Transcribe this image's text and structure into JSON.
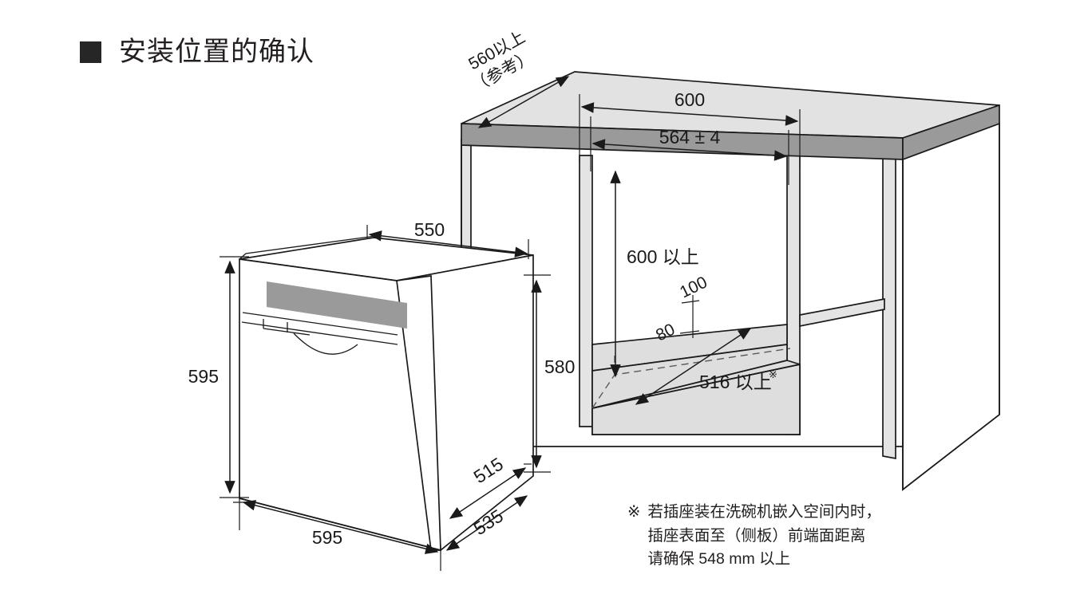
{
  "heading": {
    "bullet_icon": "filled-square-bullet",
    "text": "安装位置的确认"
  },
  "colors": {
    "line": "#1a1a1a",
    "worktop_top": "#e2e2e2",
    "worktop_edge": "#9a9a9a",
    "control_panel": "#9a9a9a",
    "cabinet_panel": "#e4e4e4",
    "hidden_line": "#5a5a5a",
    "text": "#231f20"
  },
  "appliance": {
    "name": "dishwasher-unit",
    "dimensions": {
      "depth_top": "550",
      "height_front": "595",
      "height_body": "580",
      "width_front": "595",
      "depth_body": "515",
      "depth_base": "535"
    }
  },
  "cabinet": {
    "name": "cabinet-opening",
    "dimensions": {
      "depth_reference": "560以上",
      "depth_reference_note": "（参考）",
      "width_outer": "600",
      "width_opening": "564 ± 4",
      "height_opening": "600 以上",
      "depth_opening": "516 以上",
      "depth_opening_mark": "※",
      "lip_upper": "100",
      "lip_lower": "80"
    }
  },
  "footnote": {
    "mark": "※",
    "lines": [
      "若插座装在洗碗机嵌入空间内时，",
      "插座表面至（侧板）前端面距离",
      "请确保 548 mm 以上"
    ]
  }
}
